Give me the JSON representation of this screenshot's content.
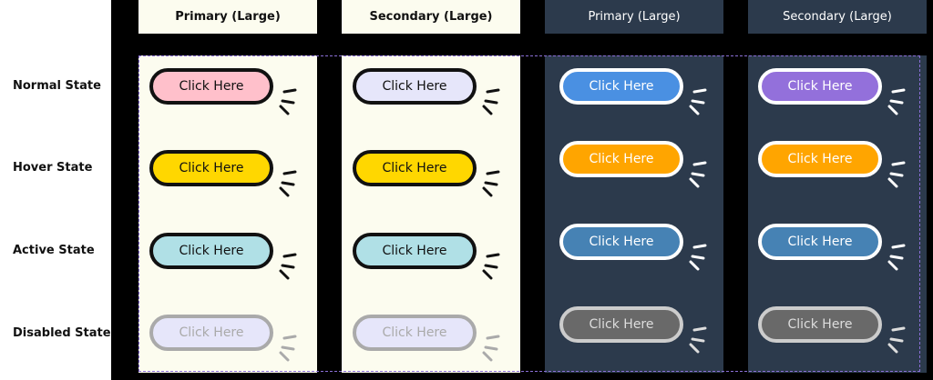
{
  "row_labels": [
    "Normal State",
    "Hover State",
    "Active State",
    "Disabled State"
  ],
  "columns": [
    {
      "header": "Primary (Large)",
      "theme": "light",
      "colors": [
        "#ffc0cb",
        "#ffd700",
        "#b0e0e6",
        "#e6e6fa"
      ]
    },
    {
      "header": "Secondary (Large)",
      "theme": "light",
      "colors": [
        "#e6e6fa",
        "#ffd700",
        "#b0e0e6",
        "#e6e6fa"
      ]
    },
    {
      "header": "Primary (Large)",
      "theme": "dark",
      "colors": [
        "#4a90e2",
        "#ffa500",
        "#4682b4",
        "#696969"
      ]
    },
    {
      "header": "Secondary (Large)",
      "theme": "dark",
      "colors": [
        "#9370db",
        "#ffa500",
        "#4682b4",
        "#696969"
      ]
    }
  ],
  "button_label": "Click Here",
  "states": [
    "normal",
    "hover",
    "active",
    "disabled"
  ]
}
